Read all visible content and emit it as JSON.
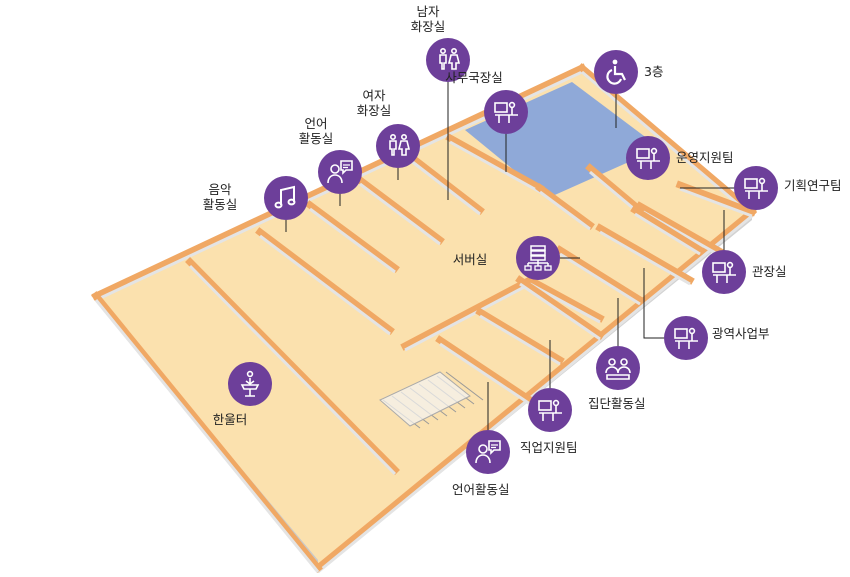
{
  "colors": {
    "wall_top": "#f0a864",
    "wall_top_edge": "#c07830",
    "wall_side": "#e4e4e4",
    "wall_side_dark": "#c9c9c9",
    "floor": "#fbe1ae",
    "stair_area": "#8fa9d8",
    "pin": "#6d3f9a",
    "line": "#222222"
  },
  "rooms": [
    {
      "id": "men_restroom",
      "label": "남자\n화장실",
      "icon": "restroom-icon"
    },
    {
      "id": "director_office",
      "label": "사무국장실",
      "icon": "office-desk-icon"
    },
    {
      "id": "floor3",
      "label": "3층",
      "icon": "wheelchair-icon"
    },
    {
      "id": "women_restroom",
      "label": "여자\n화장실",
      "icon": "restroom-icon"
    },
    {
      "id": "language_room_top",
      "label": "언어\n활동실",
      "icon": "speech-therapy-icon"
    },
    {
      "id": "music_room",
      "label": "음악\n활동실",
      "icon": "music-note-icon"
    },
    {
      "id": "operation_support",
      "label": "운영지원팀",
      "icon": "office-desk-icon"
    },
    {
      "id": "planning_research",
      "label": "기획연구팀",
      "icon": "office-desk-icon"
    },
    {
      "id": "server_room",
      "label": "서버실",
      "icon": "server-network-icon"
    },
    {
      "id": "director_room",
      "label": "관장실",
      "icon": "office-desk-icon"
    },
    {
      "id": "regional_business",
      "label": "광역사업부",
      "icon": "office-desk-icon"
    },
    {
      "id": "group_activity",
      "label": "집단활동실",
      "icon": "group-icon"
    },
    {
      "id": "hanulteo",
      "label": "한울터",
      "icon": "lectern-icon"
    },
    {
      "id": "job_support",
      "label": "직업지원팀",
      "icon": "office-desk-icon"
    },
    {
      "id": "language_room_bottom",
      "label": "언어활동실",
      "icon": "speech-therapy-icon"
    }
  ]
}
